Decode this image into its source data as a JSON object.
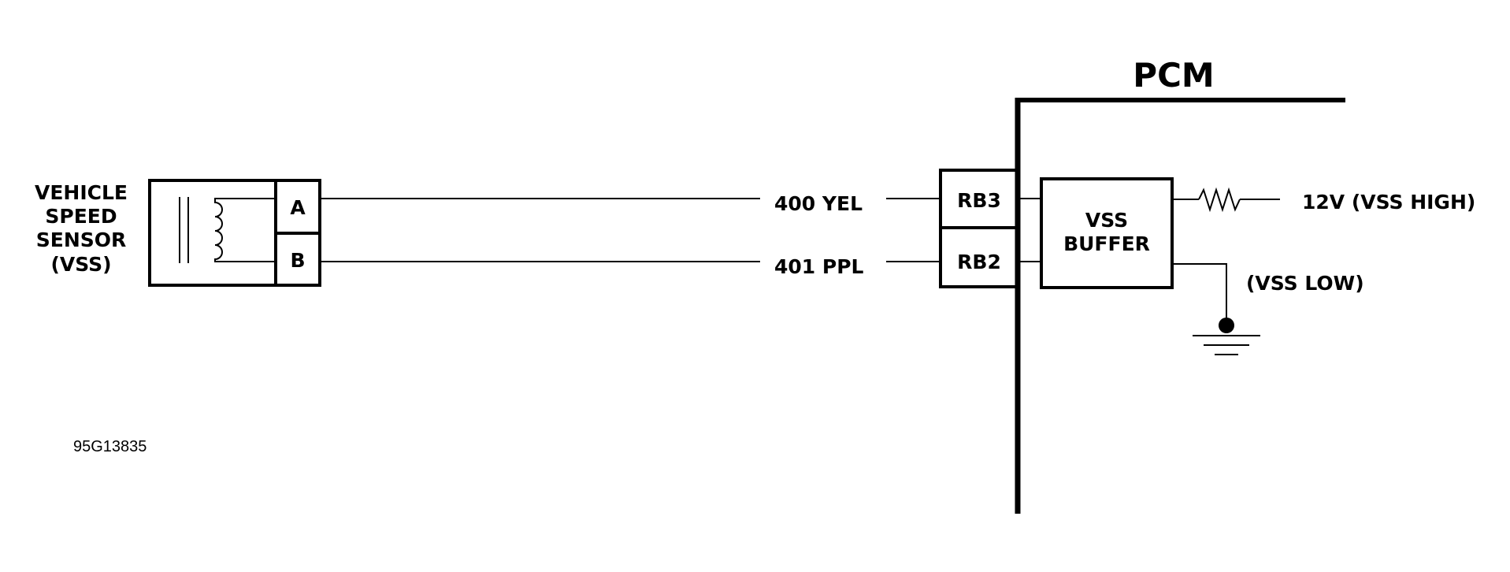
{
  "sensor": {
    "label_lines": [
      "VEHICLE",
      "SPEED",
      "SENSOR",
      "(VSS)"
    ],
    "pin_a": "A",
    "pin_b": "B"
  },
  "wires": {
    "circuit_a": "400 YEL",
    "circuit_b": "401 PPL"
  },
  "pcm": {
    "title": "PCM",
    "terminal_top": "RB3",
    "terminal_bottom": "RB2",
    "buffer_line1": "VSS",
    "buffer_line2": "BUFFER",
    "high_label": "12V (VSS HIGH)",
    "low_label": "(VSS LOW)"
  },
  "figure_id": "95G13835",
  "colors": {
    "ink": "#000000",
    "background": "#ffffff"
  }
}
